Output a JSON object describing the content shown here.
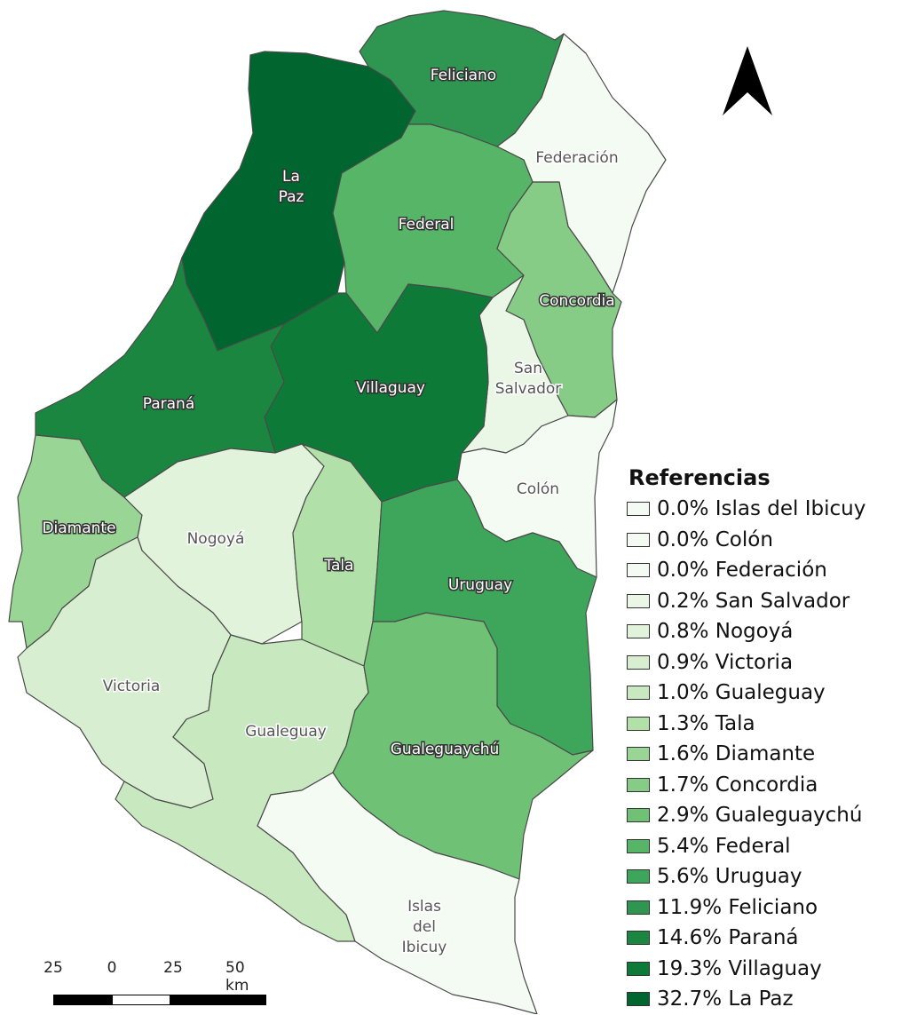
{
  "map": {
    "departments": [
      {
        "id": "la-paz",
        "label": "La Paz",
        "lines": [
          "La",
          "Paz"
        ],
        "fill": "#00652e",
        "dark": true
      },
      {
        "id": "feliciano",
        "label": "Feliciano",
        "lines": [
          "Feliciano"
        ],
        "fill": "#2e9650",
        "dark": true
      },
      {
        "id": "federacion",
        "label": "Federación",
        "lines": [
          "Federación"
        ],
        "fill": "#f4fbf2",
        "dark": false
      },
      {
        "id": "federal",
        "label": "Federal",
        "lines": [
          "Federal"
        ],
        "fill": "#56b567",
        "dark": true
      },
      {
        "id": "concordia",
        "label": "Concordia",
        "lines": [
          "Concordia"
        ],
        "fill": "#86cc86",
        "dark": true
      },
      {
        "id": "san-salvador",
        "label": "San Salvador",
        "lines": [
          "San",
          "Salvador"
        ],
        "fill": "#eaf6e6",
        "dark": false
      },
      {
        "id": "villaguay",
        "label": "Villaguay",
        "lines": [
          "Villaguay"
        ],
        "fill": "#0e7a37",
        "dark": true
      },
      {
        "id": "parana",
        "label": "Paraná",
        "lines": [
          "Paraná"
        ],
        "fill": "#1a8640",
        "dark": true
      },
      {
        "id": "colon",
        "label": "Colón",
        "lines": [
          "Colón"
        ],
        "fill": "#f4fbf2",
        "dark": false
      },
      {
        "id": "diamante",
        "label": "Diamante",
        "lines": [
          "Diamante"
        ],
        "fill": "#99d595",
        "dark": true
      },
      {
        "id": "nogoya",
        "label": "Nogoyá",
        "lines": [
          "Nogoyá"
        ],
        "fill": "#e2f3dc",
        "dark": false
      },
      {
        "id": "tala",
        "label": "Tala",
        "lines": [
          "Tala"
        ],
        "fill": "#b1e0a9",
        "dark": true
      },
      {
        "id": "uruguay",
        "label": "Uruguay",
        "lines": [
          "Uruguay"
        ],
        "fill": "#3ea65a",
        "dark": true
      },
      {
        "id": "victoria",
        "label": "Victoria",
        "lines": [
          "Victoria"
        ],
        "fill": "#d7efd0",
        "dark": false
      },
      {
        "id": "gualeguay",
        "label": "Gualeguay",
        "lines": [
          "Gualeguay"
        ],
        "fill": "#c8e8bf",
        "dark": false
      },
      {
        "id": "gualeguaychu",
        "label": "Gualeguaychú",
        "lines": [
          "Gualeguaychú"
        ],
        "fill": "#6ec175",
        "dark": true
      },
      {
        "id": "islas",
        "label": "Islas del Ibicuy",
        "lines": [
          "Islas",
          "del",
          "Ibicuy"
        ],
        "fill": "#f4fbf2",
        "dark": false
      }
    ]
  },
  "legend": {
    "title": "Referencias",
    "items": [
      {
        "label": "0.0% Islas del Ibicuy",
        "color": "#f4fbf2"
      },
      {
        "label": "0.0% Colón",
        "color": "#f4fbf2"
      },
      {
        "label": "0.0% Federación",
        "color": "#f4fbf2"
      },
      {
        "label": "0.2% San Salvador",
        "color": "#eaf6e6"
      },
      {
        "label": "0.8% Nogoyá",
        "color": "#e2f3dc"
      },
      {
        "label": "0.9% Victoria",
        "color": "#d7efd0"
      },
      {
        "label": "1.0% Gualeguay",
        "color": "#c8e8bf"
      },
      {
        "label": "1.3% Tala",
        "color": "#b1e0a9"
      },
      {
        "label": "1.6% Diamante",
        "color": "#99d595"
      },
      {
        "label": "1.7% Concordia",
        "color": "#86cc86"
      },
      {
        "label": "2.9% Gualeguaychú",
        "color": "#6ec175"
      },
      {
        "label": "5.4% Federal",
        "color": "#56b567"
      },
      {
        "label": "5.6% Uruguay",
        "color": "#3ea65a"
      },
      {
        "label": "11.9% Feliciano",
        "color": "#2e9650"
      },
      {
        "label": "14.6% Paraná",
        "color": "#1a8640"
      },
      {
        "label": "19.3% Villaguay",
        "color": "#0e7a37"
      },
      {
        "label": "32.7% La Paz",
        "color": "#00652e"
      }
    ]
  },
  "scale_bar": {
    "ticks": [
      "25",
      "0",
      "25",
      "50 km"
    ]
  },
  "north_arrow": {
    "icon": "north-arrow-icon"
  }
}
